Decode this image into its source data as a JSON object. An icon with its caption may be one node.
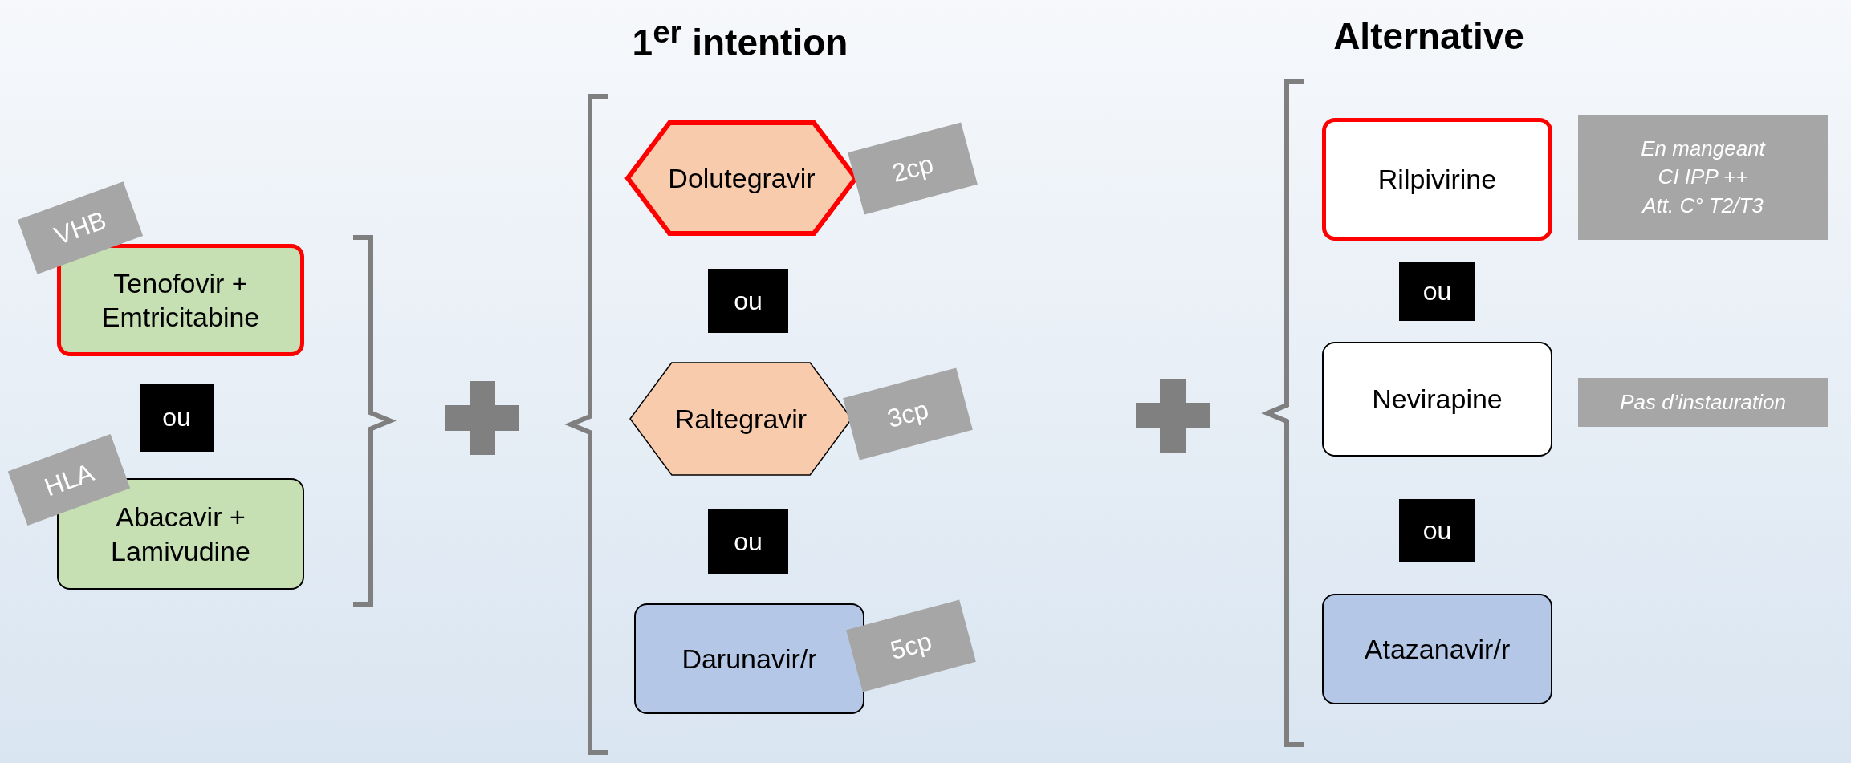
{
  "diagram": {
    "nodes": [
      {
        "text": [
          "Tenofovir + Emtricitabine"
        ]
      },
      {
        "text": [
          "VHB"
        ]
      },
      {
        "text": [
          "ou"
        ]
      },
      {
        "text": [
          "Abacavir + Lamivudine"
        ]
      },
      {
        "text": [
          "HLA"
        ]
      },
      {
        "text": [
          "Dolutegravir"
        ]
      },
      {
        "text": [
          "2cp"
        ]
      },
      {
        "text": [
          "ou"
        ]
      },
      {
        "text": [
          "Raltegravir"
        ]
      },
      {
        "text": [
          "3cp"
        ]
      },
      {
        "text": [
          "ou"
        ]
      },
      {
        "text": [
          "Darunavir/r"
        ]
      },
      {
        "text": [
          "5cp"
        ]
      },
      {
        "text": [
          "Rilpivirine"
        ]
      },
      {
        "text": [
          "En mangeant",
          "CI IPP ++",
          "Att. C° T2/T3"
        ]
      },
      {
        "text": [
          "ou"
        ]
      },
      {
        "text": [
          "Nevirapine"
        ]
      },
      {
        "text": [
          "Pas d’instauration"
        ]
      },
      {
        "text": [
          "ou"
        ]
      },
      {
        "text": [
          "Atazanavir/r"
        ]
      },
      {
        "text": [],
        "shape": "cross"
      },
      {
        "text": [],
        "shape": "cross"
      }
    ],
    "labels": [
      "1$^{er}$ intention",
      "Alternative"
    ]
  }
}
